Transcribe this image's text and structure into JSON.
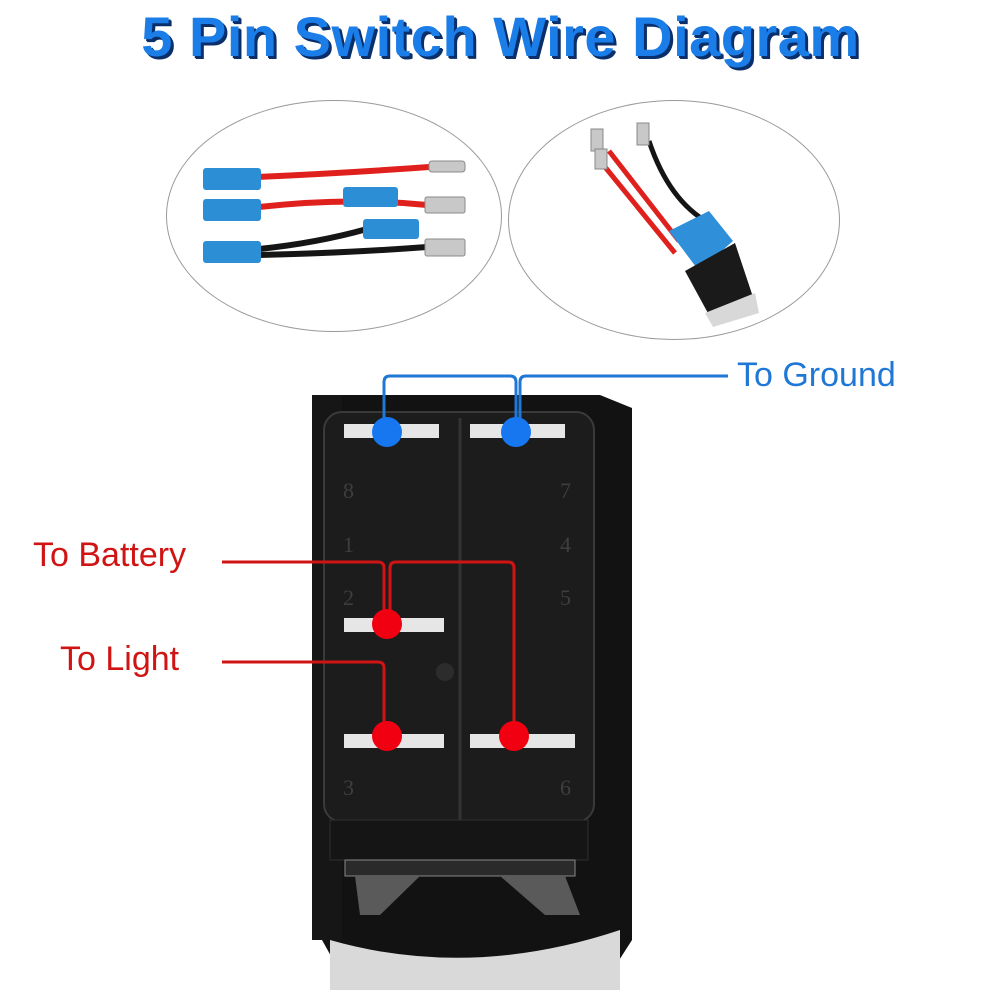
{
  "title": "5 Pin Switch Wire Diagram",
  "photos": {
    "left": {
      "description": "wire harness with blue insulated connectors",
      "wires": [
        "red",
        "red",
        "black"
      ]
    },
    "right": {
      "description": "rocker switch with wires attached",
      "wires": [
        "red",
        "red",
        "black"
      ]
    }
  },
  "labels": {
    "ground": "To Ground",
    "battery": "To Battery",
    "light": "To Light"
  },
  "colors": {
    "title": "#1a7de8",
    "title_shadow": "#0a2f6a",
    "ground": "#1f77d6",
    "battery_light": "#d01414",
    "pin_blue": "#1677f0",
    "pin_red": "#f00010"
  },
  "switch": {
    "pin_numbers_left": [
      "8",
      "1",
      "2",
      "3"
    ],
    "pin_numbers_right": [
      "7",
      "4",
      "5",
      "6"
    ],
    "connections": [
      {
        "label": "To Ground",
        "pins": [
          "top-left",
          "top-right"
        ],
        "color": "blue"
      },
      {
        "label": "To Battery",
        "pins": [
          "middle-left",
          "bottom-right"
        ],
        "color": "red"
      },
      {
        "label": "To Light",
        "pins": [
          "bottom-left"
        ],
        "color": "red"
      }
    ]
  }
}
